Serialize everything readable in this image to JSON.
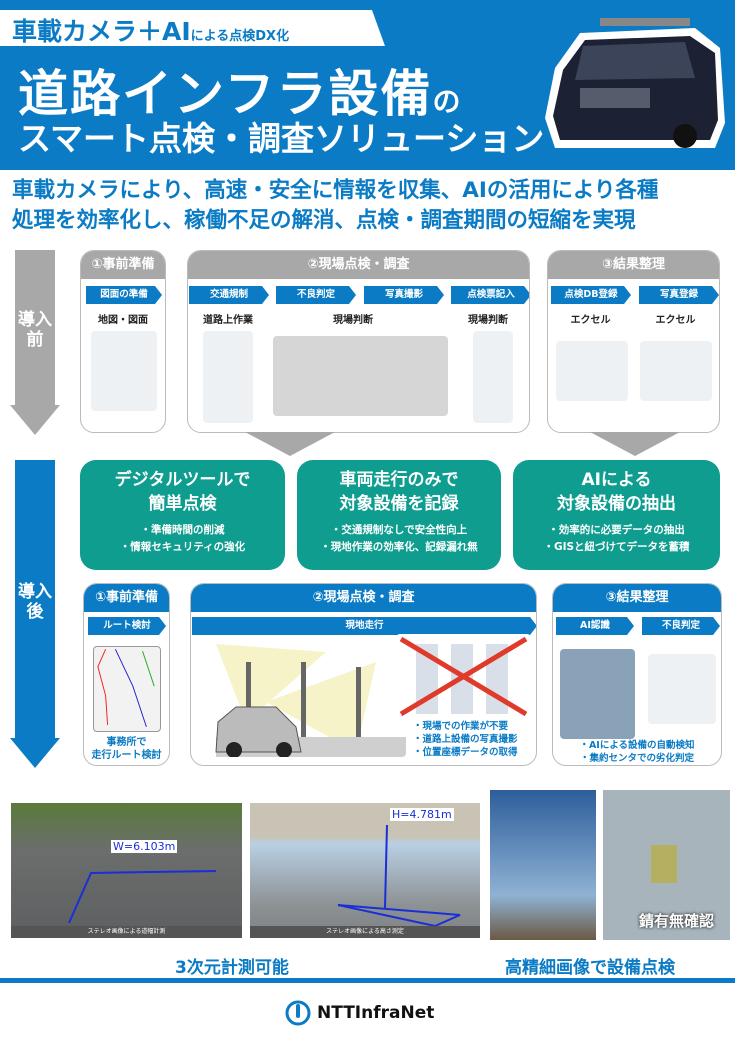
{
  "header": {
    "banner_main": "車載カメラ＋AI",
    "banner_sub": "による点検DX化",
    "title": "道路インフラ設備",
    "title_particle": "の",
    "subtitle": "スマート点検・調査ソリューション"
  },
  "tagline": [
    "車載カメラにより、高速・安全に情報を収集、AIの活用により各種",
    "処理を効率化し、稼働不足の解消、点検・調査期間の短縮を実現"
  ],
  "before": {
    "arrow_label": "導入前",
    "phases": [
      {
        "title": "①事前準備",
        "steps": [
          "図面の準備"
        ],
        "notes": [
          "地図・図面"
        ]
      },
      {
        "title": "②現場点検・調査",
        "steps": [
          "交通規制",
          "不良判定",
          "写真撮影",
          "点検票記入"
        ],
        "notes": [
          "道路上作業",
          "現場判断",
          "現場判断"
        ]
      },
      {
        "title": "③結果整理",
        "steps": [
          "点検DB登録",
          "写真登録"
        ],
        "notes": [
          "エクセル",
          "エクセル"
        ]
      }
    ]
  },
  "benefits": [
    {
      "title": [
        "デジタルツールで",
        "簡単点検"
      ],
      "points": [
        "・準備時間の削減",
        "・情報セキュリティの強化"
      ]
    },
    {
      "title": [
        "車両走行のみで",
        "対象設備を記録"
      ],
      "points": [
        "・交通規制なしで安全性向上",
        "・現地作業の効率化、記録漏れ無"
      ]
    },
    {
      "title": [
        "AIによる",
        "対象設備の抽出"
      ],
      "points": [
        "・効率的に必要データの抽出",
        "・GISと紐づけてデータを蓄積"
      ]
    }
  ],
  "after": {
    "arrow_label": "導入後",
    "phases": [
      {
        "title": "①事前準備",
        "steps": [
          "ルート検討"
        ],
        "notes": [
          "事務所で",
          "走行ルート検討"
        ]
      },
      {
        "title": "②現場点検・調査",
        "steps": [
          "現地走行"
        ],
        "notes": [
          "・現場での作業が不要",
          "・道路上設備の写真撮影",
          "・位置座標データの取得"
        ]
      },
      {
        "title": "③結果整理",
        "steps": [
          "AI認識",
          "不良判定"
        ],
        "notes": [
          "・AIによる設備の自動検知",
          "・集約センタでの劣化判定"
        ]
      }
    ]
  },
  "photos": {
    "width_measure": "W=6.103m",
    "width_caption": "ステレオ画像による道幅計測",
    "height_measure": "H=4.781m",
    "height_caption": "ステレオ画像による高さ測定",
    "rust_label": "錆有無確認",
    "caption_3d": "3次元計測可能",
    "caption_hires": "高精細画像で設備点検"
  },
  "footer": {
    "logo_text": "NTTInfraNet"
  },
  "colors": {
    "brand_blue": "#0a7bc4",
    "teal": "#0f9d8f",
    "gray": "#a8a8a8",
    "cross_red": "#e03a2a"
  }
}
